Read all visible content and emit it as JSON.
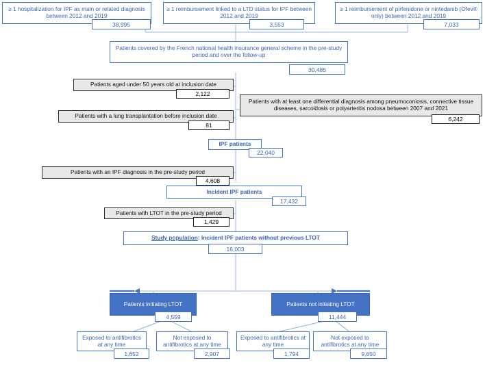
{
  "diagram": {
    "title": "IPF study population flowchart",
    "colors": {
      "outline_blue": "#4472C4",
      "fill_blue": "#4472C4",
      "exclusion_gray": "#e8e8e8",
      "text_blue": "#3a64b0",
      "connector_blue": "#9bb7e0"
    },
    "sources": [
      {
        "label": "≥ 1 hospitalization for IPF as main or related diagnosis between 2012 and 2019",
        "count": "38,995"
      },
      {
        "label": "≥ 1 reimbursement linked to a LTD status for IPF between 2012 and 2019",
        "count": "3,553"
      },
      {
        "label": "≥ 1 reimbursement of pirfenidone or nintedanib (Ofev® only) between 2012 and 2019",
        "count": "7,033"
      }
    ],
    "covered": {
      "label": "Patients covered by the French national health insurance general scheme in the pre-study period and over the follow-up",
      "count": "30,485"
    },
    "exclusions": [
      {
        "label": "Patients aged under 50 years old at inclusion date",
        "count": "2,122"
      },
      {
        "label": "Patients with a lung transplantation before inclusion date",
        "count": "81"
      },
      {
        "label": "Patients with at least one differential diagnosis among pneumoconiosis, connective tissue diseases, sarcoidosis or polyarteritis nodosa between 2007 and 2021",
        "count": "6,242"
      },
      {
        "label": "Patients with an IPF diagnosis in the pre-study period",
        "count": "4,608"
      },
      {
        "label": "Patients with LTOT in the pre-study period",
        "count": "1,429"
      }
    ],
    "ipf_patients": {
      "label": "IPF patients",
      "count": "22,040"
    },
    "incident_ipf": {
      "label": "Incident IPF patients",
      "count": "17,432"
    },
    "study_population": {
      "prefix": "Study population",
      "suffix": " : Incident IPF patients without previous LTOT",
      "count": "16,003"
    },
    "arms": [
      {
        "label": "Patients initiating LTOT",
        "count": "4,559"
      },
      {
        "label": "Patients not initiating LTOT",
        "count": "11,444"
      }
    ],
    "outcomes": [
      {
        "label": "Exposed to antifibrotics at any time",
        "count": "1,652"
      },
      {
        "label": "Not exposed to antifibrotics at any time",
        "count": "2,907"
      },
      {
        "label": "Exposed to antifibrotics at any time",
        "count": "1,794"
      },
      {
        "label": "Not exposed to antifibrotics at any time",
        "count": "9,650"
      }
    ]
  }
}
